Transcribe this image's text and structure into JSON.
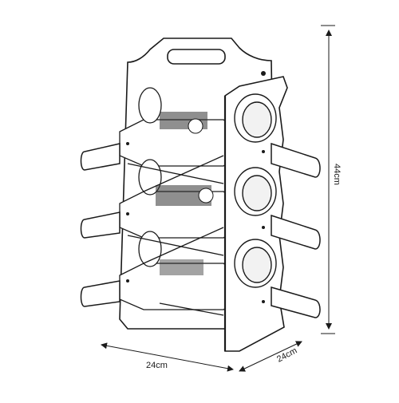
{
  "dimensions": {
    "height": "44cm",
    "width": "24cm",
    "depth": "24cm"
  },
  "colors": {
    "line": "#1a1a1a",
    "shade": "#555555",
    "background": "#ffffff"
  }
}
